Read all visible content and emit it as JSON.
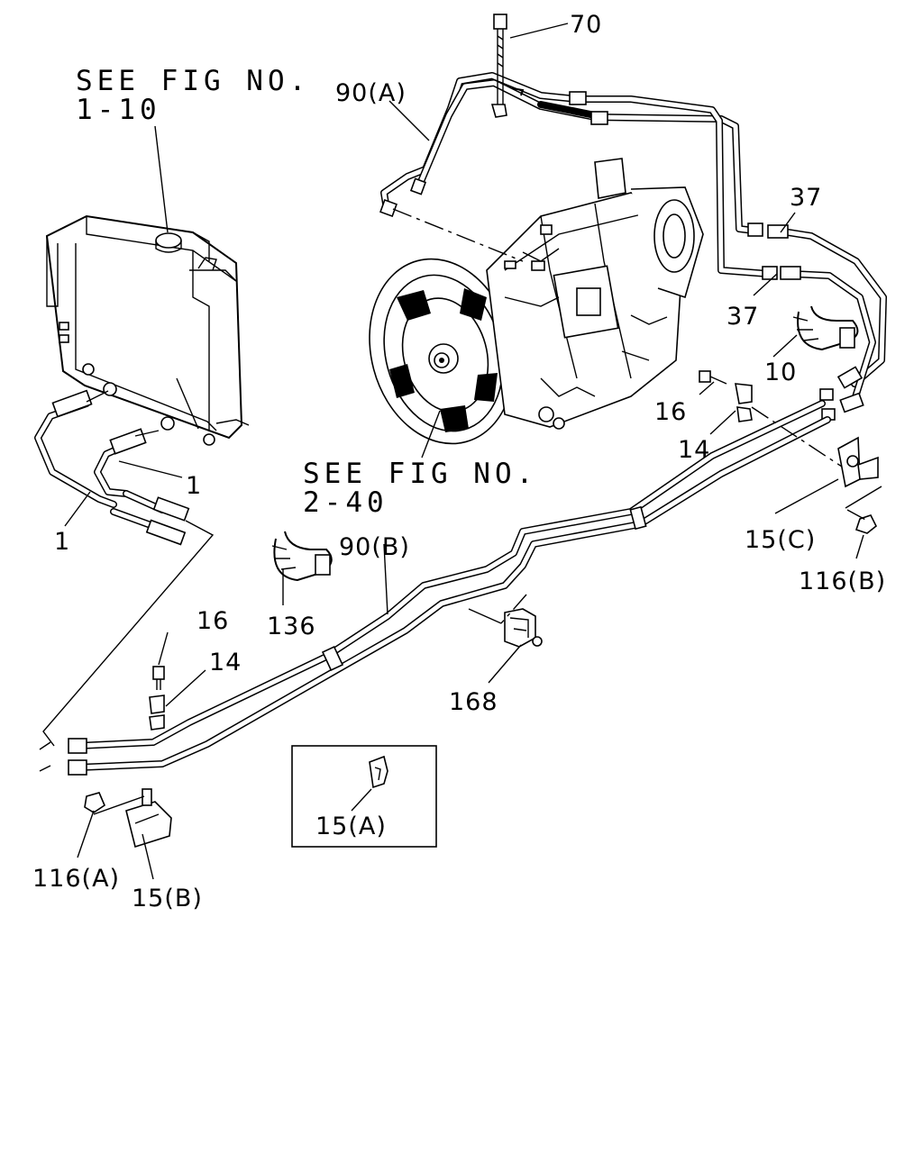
{
  "references": {
    "radiator": [
      "SEE FIG NO.",
      "1-10"
    ],
    "transmission": [
      "SEE FIG NO.",
      "2-40"
    ]
  },
  "callouts": {
    "p70": "70",
    "p90a": "90(A)",
    "p37a": "37",
    "p37b": "37",
    "p10": "10",
    "p16a": "16",
    "p14a": "14",
    "p15c": "15(C)",
    "p116b": "116(B)",
    "p1a": "1",
    "p1b": "1",
    "p90b": "90(B)",
    "p136": "136",
    "p168": "168",
    "p16b": "16",
    "p14b": "14",
    "p15a": "15(A)",
    "p116a": "116(A)",
    "p15b": "15(B)"
  }
}
